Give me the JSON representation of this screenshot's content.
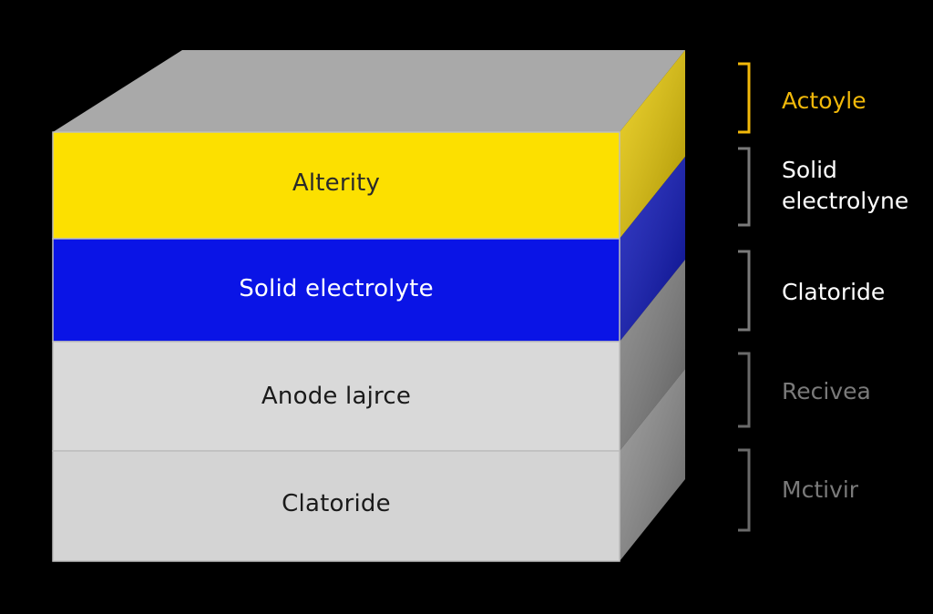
{
  "layers": [
    {
      "label": "Alterity",
      "fill": "#fce000",
      "side_fill": "#e8c800",
      "text_color": "#2a2a2a"
    },
    {
      "label": "Solid electrolyte",
      "fill": "#0a14e6",
      "side_fill": "#0710b8",
      "text_color": "#ffffff"
    },
    {
      "label": "Anode lajrce",
      "fill": "#d9d9d9",
      "side_fill": "#7d7d7d",
      "text_color": "#1a1a1a"
    },
    {
      "label": "Clatoride",
      "fill": "#d4d4d4",
      "side_fill": "#8a8a8a",
      "text_color": "#1a1a1a"
    }
  ],
  "top_face_color": "#a9a9a9",
  "legend": [
    {
      "label": "Actoyle",
      "color": "#f2b90a",
      "bracket_color": "#f2b90a"
    },
    {
      "label": "Solid\nelectrolyne",
      "color": "#ffffff",
      "bracket_color": "#7a7a7a"
    },
    {
      "label": "Clatoride",
      "color": "#ffffff",
      "bracket_color": "#7a7a7a"
    },
    {
      "label": "Recivea",
      "color": "#7a7a7a",
      "bracket_color": "#6a6a6a"
    },
    {
      "label": "Mctivir",
      "color": "#7a7a7a",
      "bracket_color": "#6a6a6a"
    }
  ]
}
